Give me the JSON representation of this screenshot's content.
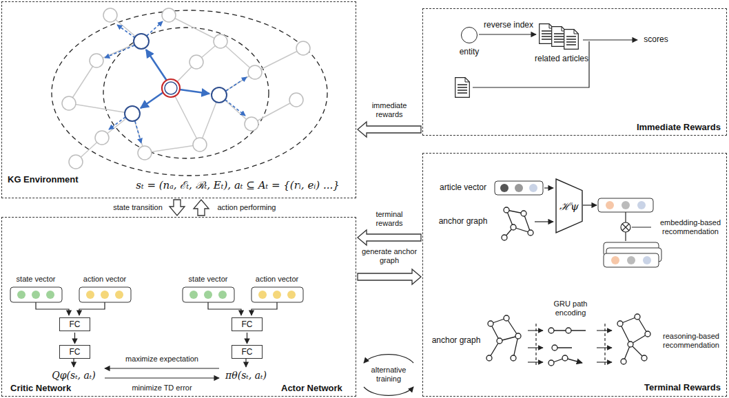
{
  "diagram": {
    "nodes": [
      {
        "text": [
          "KG Environment"
        ]
      },
      {
        "text": [
          "Immediate Rewards"
        ]
      },
      {
        "text": [
          "entity"
        ],
        "in": 1
      },
      {
        "text": [
          "Terminal Rewards"
        ]
      },
      {
        "text": [
          "ℋψ"
        ],
        "in": 3
      },
      {
        "text": [
          "Critic Network",
          "Actor Network"
        ]
      },
      {
        "text": [
          "FC"
        ],
        "in": 5
      },
      {
        "text": [
          "FC"
        ],
        "in": 5
      },
      {
        "text": [
          "FC"
        ],
        "in": 5
      },
      {
        "text": [
          "FC"
        ],
        "in": 5
      }
    ],
    "edges": [
      {
        "from": 1,
        "to": 0,
        "arrow": "to",
        "label": "immediate rewards"
      },
      {
        "from": 3,
        "to": 5,
        "arrow": "to",
        "label": "terminal rewards"
      },
      {
        "from": 5,
        "to": 3,
        "arrow": "to",
        "label": "generate anchor graph"
      },
      {
        "from": 0,
        "to": 5,
        "arrow": "to",
        "label": "state transition"
      },
      {
        "from": 5,
        "to": 0,
        "arrow": "to",
        "label": "action performing"
      },
      {
        "from": 6,
        "to": 7,
        "arrow": "to"
      },
      {
        "from": 8,
        "to": 9,
        "arrow": "to"
      }
    ],
    "labels": [
      "sₜ = (nₐ, ℰₜ, ℛₜ, Eₜ),  aₜ ⊆ Aₜ = {(rᵢ, eᵢ) ...}",
      "reverse index",
      "related articles",
      "scores",
      "article vector",
      "anchor graph",
      "embedding-based recommendation",
      "GRU path encoding",
      "anchor graph",
      "reasoning-based recommendation",
      "state vector",
      "action vector",
      "state vector",
      "action vector",
      "Qφ(sₜ, aₜ)",
      "πθ(sₜ, aₜ)",
      "maximize expectation",
      "minimize TD error",
      "alternative training"
    ]
  }
}
